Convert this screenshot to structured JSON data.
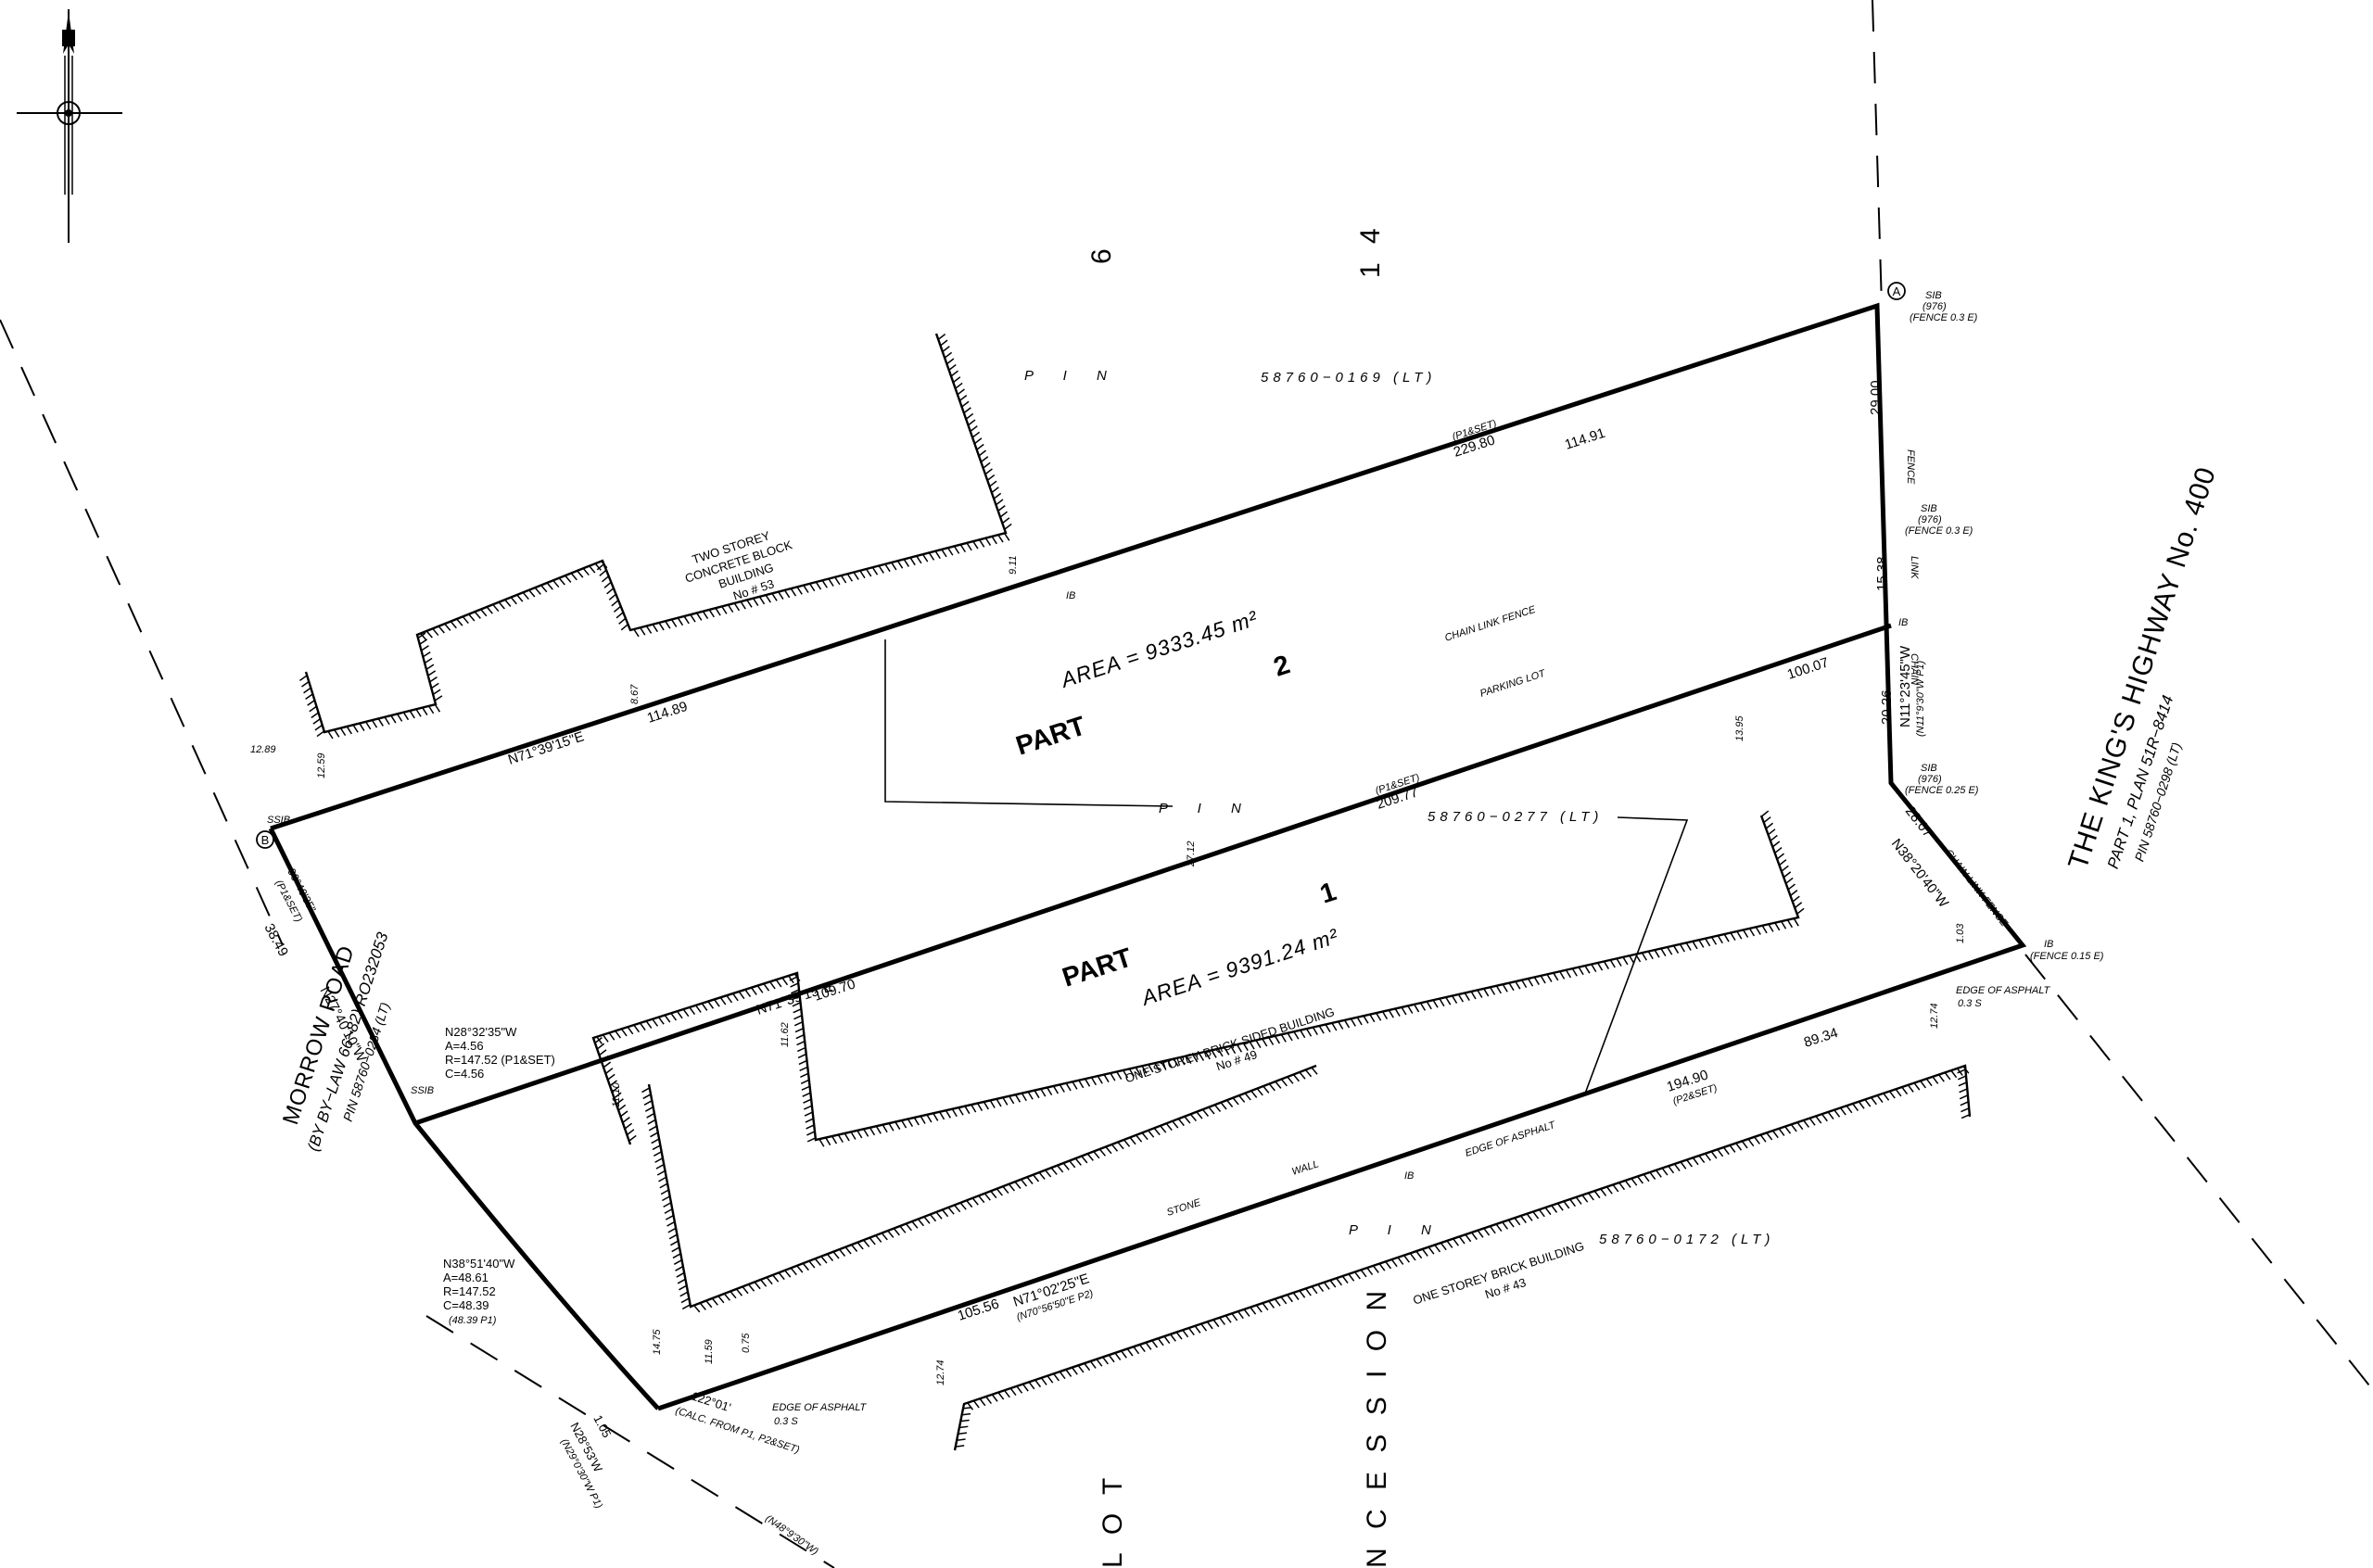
{
  "part_labels": {
    "part2_word": "PART",
    "part2_num": "2",
    "part1_word": "PART",
    "part1_num": "1"
  },
  "areas": {
    "part2": "AREA = 9333.45 m²",
    "part1": "AREA = 9391.24 m²"
  },
  "pins": {
    "north_pin_word": "P I N",
    "north_pin_number": "58760−0169 (LT)",
    "middle_pin_word": "P I N",
    "middle_pin_number": "58760−0277 (LT)",
    "south_pin_word": "P I N",
    "south_pin_number": "58760−0172 (LT)"
  },
  "lot_concession": {
    "lot_num1": "6",
    "lot_num2": "1 4",
    "lot_word": "L O T",
    "concession_word": "N C E S S I O N"
  },
  "roads": {
    "highway_name": "THE KING'S HIGHWAY No. 400",
    "highway_plan": "PART 1, PLAN 51R−8414",
    "highway_pin": "PIN 58760−0298 (LT)",
    "morrow_name": "MORROW ROAD",
    "morrow_bylaw": "(BY BY−LAW 66−82) RO232053",
    "morrow_pin": "PIN 58760−0284 (LT)"
  },
  "buildings": {
    "north_building": [
      "TWO STOREY",
      "CONCRETE BLOCK",
      "BUILDING",
      "No # 53"
    ],
    "middle_building": [
      "ONE STOREY BRICK SIDED BUILDING",
      "No # 49"
    ],
    "south_building": [
      "ONE STOREY BRICK BUILDING",
      "No # 43"
    ]
  },
  "features": {
    "chain_link_fence": "CHAIN LINK FENCE",
    "parking_lot": "PARKING LOT",
    "stone": "STONE",
    "wall": "WALL",
    "edge_asphalt_1": "EDGE OF ASPHALT",
    "edge_asphalt_2": "EDGE OF ASPHALT",
    "edge_asphalt_3": "EDGE OF ASPHALT",
    "edge_asphalt_offset_1": "0.3 S",
    "edge_asphalt_offset_2": "0.3 S",
    "fence_word": "FENCE",
    "link_word": "LINK",
    "chain_word": "CHAIN",
    "chain_link_fence_2": "CHAIN LINK FENCE"
  },
  "monuments": {
    "point_a": "A",
    "point_b": "B",
    "sib_1": [
      "SIB",
      "(976)",
      "(FENCE 0.3 E)"
    ],
    "sib_2": [
      "SIB",
      "(976)",
      "(FENCE 0.3 E)"
    ],
    "sib_3": [
      "SIB",
      "(976)",
      "(FENCE 0.25 E)"
    ],
    "ib_east": [
      "IB",
      "(FENCE 0.15 E)"
    ],
    "ssib_1": "SSIB",
    "ssib_2": "SSIB",
    "ib_1": "IB",
    "ib_2": "IB",
    "ib_3": "IB"
  },
  "dimensions": {
    "north_total": "229.80",
    "north_total_src": "(P1&SET)",
    "north_east_seg": "114.91",
    "north_west_seg": "114.89",
    "north_bearing": "N71°39'15\"E",
    "middle_total": "209.77",
    "middle_total_src": "(P1&SET)",
    "middle_east_seg": "100.07",
    "middle_west_seg": "109.70",
    "middle_bearing": "N71°39'15\"E",
    "south_total": "194.90",
    "south_total_src": "(P2&SET)",
    "south_east_seg": "89.34",
    "south_west_seg": "105.56",
    "south_bearing": "N71°02'25\"E",
    "south_bearing_src": "(N70°56'50\"E P2)",
    "east_top": "29.00",
    "east_mid": "15.38",
    "east_low": "20.26",
    "east_bearing": "N11°23'45\"W",
    "east_bearing_src": "(N11°9'30\"W P1)",
    "se_length": "28.07",
    "se_bearing": "N38°20'40\"W",
    "west_length": "38.49",
    "west_bearing": "N27°40'10\"W",
    "west_angle": "90°40'35\"",
    "west_angle_src": "(P1&SET)",
    "curve1": [
      "N28°32'35\"W",
      "A=4.56",
      "R=147.52 (P1&SET)",
      "C=4.56"
    ],
    "curve2": [
      "N38°51'40\"W",
      "A=48.61",
      "R=147.52",
      "C=48.39",
      "(48.39 P1)"
    ],
    "sw_angle": "122°01'",
    "sw_angle_src": "(CALC. FROM P1, P2&SET)",
    "sw_len": "1.05",
    "sw_bearing": "N28°53'W",
    "sw_bearing_src": "(N29°0'30\"W P1)",
    "bottom_bearing_src": "(N48°9'30\"W)",
    "off_1": "9.11",
    "off_2": "8.67",
    "off_3": "12.89",
    "off_4": "12.59",
    "off_5": "11.62",
    "off_6": "11.10",
    "off_7": "13.95",
    "off_8": "12.74",
    "off_9": "1.03",
    "off_10": "11.59",
    "off_11": "14.75",
    "off_12": "0.75",
    "off_13": "12.74",
    "off_14": "27.12"
  }
}
